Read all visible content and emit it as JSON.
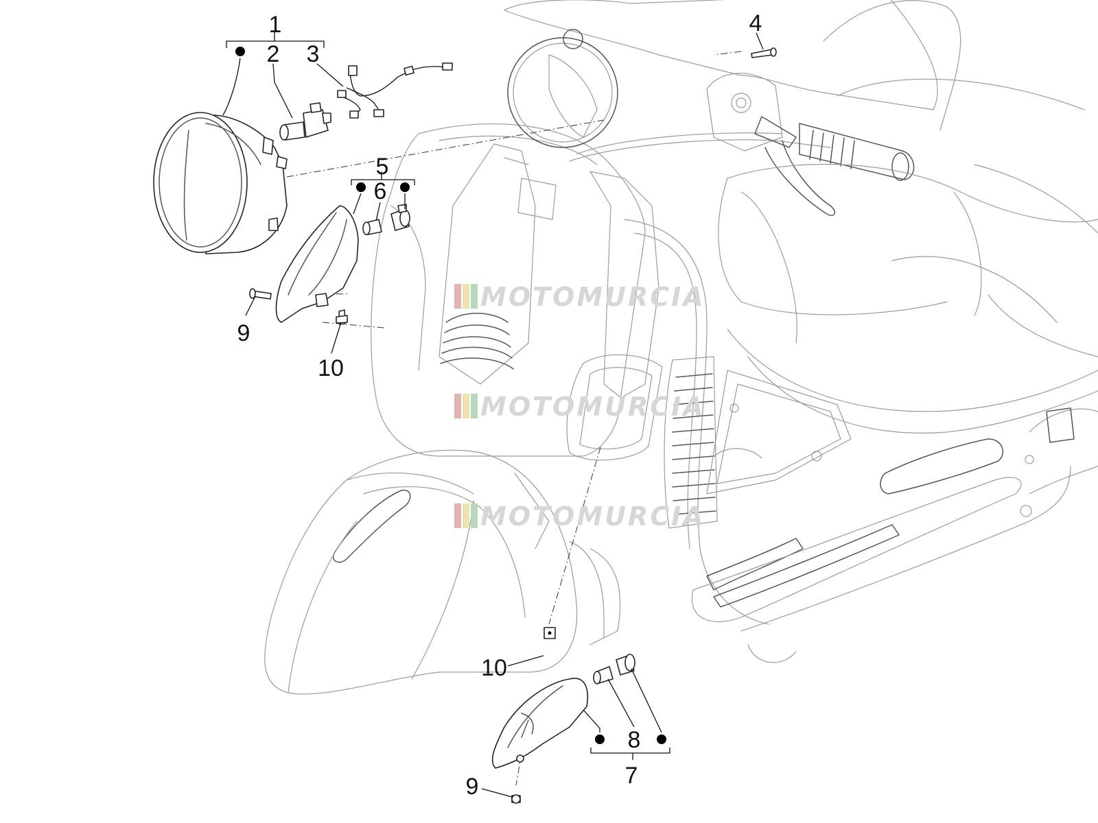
{
  "callouts": {
    "c1": "1",
    "c2": "2",
    "c3": "3",
    "c4": "4",
    "c5": "5",
    "c6": "6",
    "c7": "7",
    "c8": "8",
    "c9a": "9",
    "c9b": "9",
    "c10a": "10",
    "c10b": "10"
  },
  "watermark": {
    "text": "MOTOMURCIA"
  },
  "colors": {
    "wm_red": "#e0b4b4",
    "wm_yellow": "#ece3b0",
    "wm_green": "#b9d8b9"
  }
}
